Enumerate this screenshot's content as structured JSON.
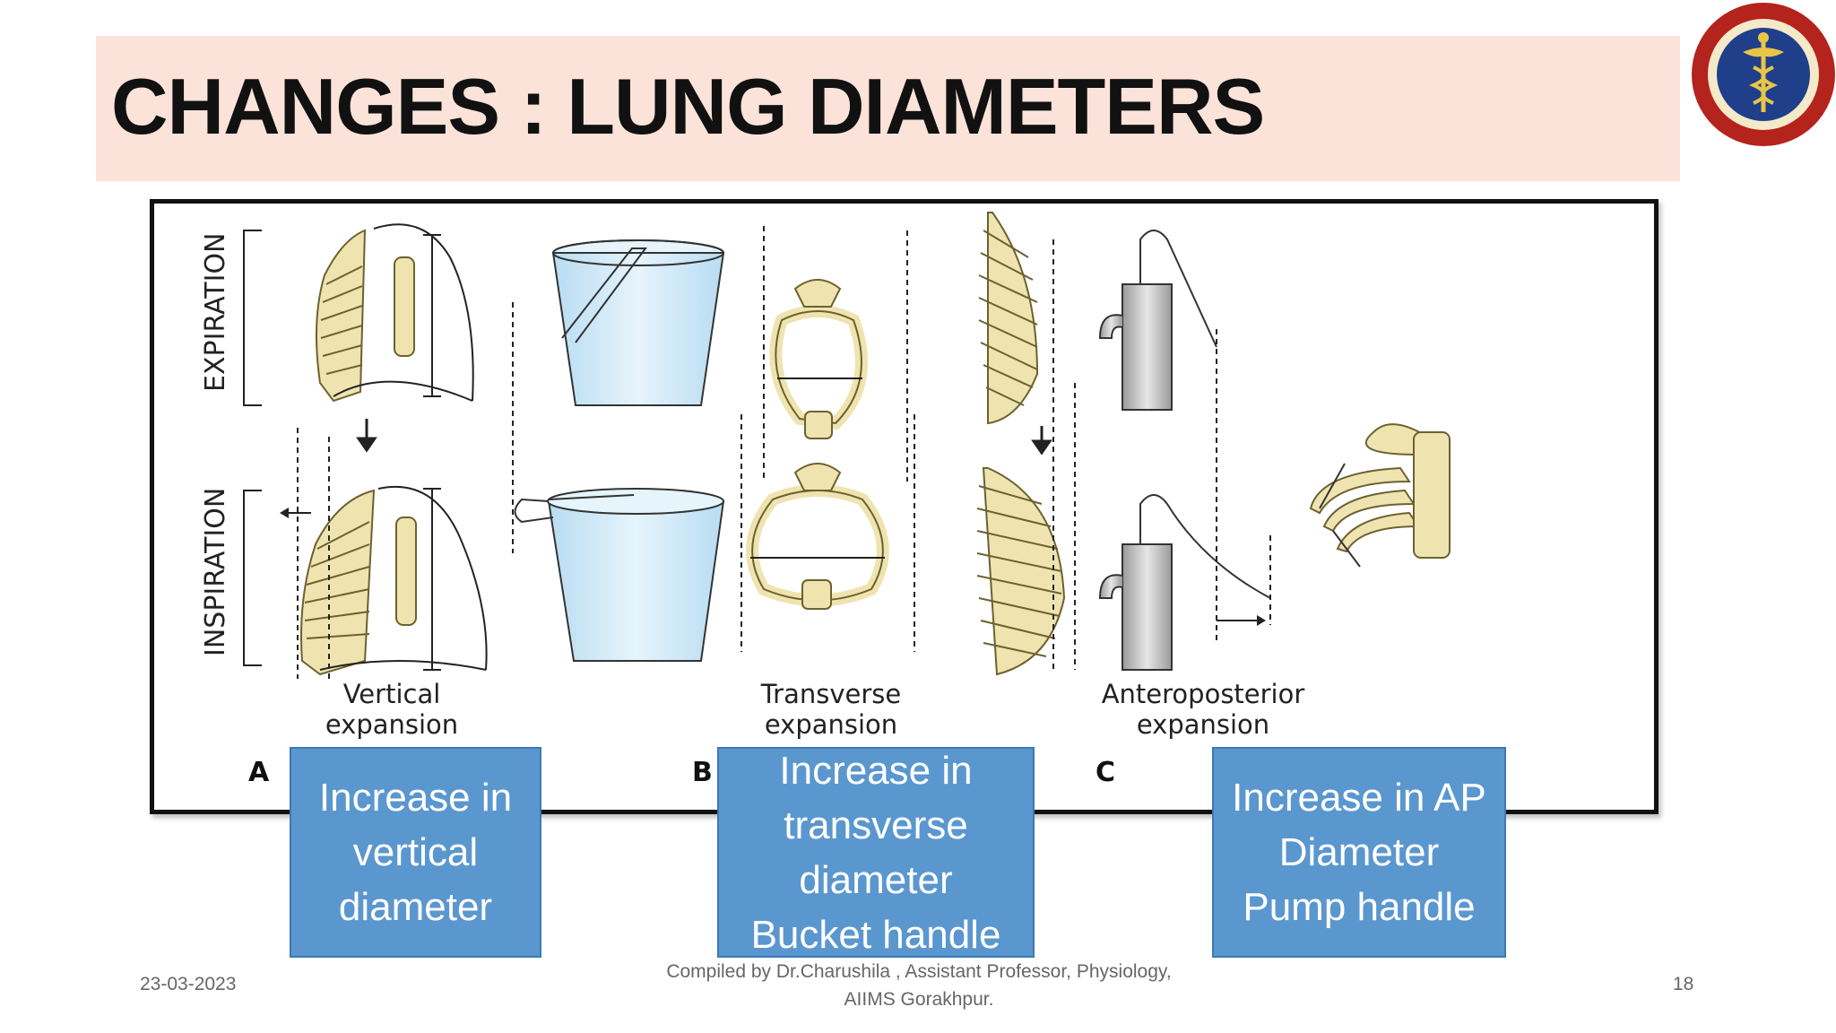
{
  "slide": {
    "title": "CHANGES : LUNG DIAMETERS",
    "colors": {
      "title_band": "#fbe3d9",
      "callout": "#5b97cf",
      "bone": "#efe4b0",
      "bucket": "#cfe8f7"
    }
  },
  "figure": {
    "side_labels": {
      "expiration": "EXPIRATION",
      "inspiration": "INSPIRATION"
    },
    "captions": {
      "a_line1": "Vertical",
      "a_line2": "expansion",
      "b_line1": "Transverse",
      "b_line2": "expansion",
      "c_line1": "Anteroposterior",
      "c_line2": "expansion"
    },
    "panel_letters": {
      "a": "A",
      "b": "B",
      "c": "C"
    }
  },
  "callouts": {
    "vertical": [
      "Increase in",
      "vertical",
      "diameter"
    ],
    "transverse": [
      "Increase in",
      "transverse",
      "diameter",
      "Bucket handle"
    ],
    "ap": [
      "Increase in AP",
      "Diameter",
      "Pump handle"
    ]
  },
  "footer": {
    "date": "23-03-2023",
    "credit_line1": "Compiled by Dr.Charushila , Assistant Professor, Physiology,",
    "credit_line2": "AIIMS Gorakhpur.",
    "page_number": "18"
  },
  "logo": {
    "icon": "caduceus-seal-icon"
  }
}
